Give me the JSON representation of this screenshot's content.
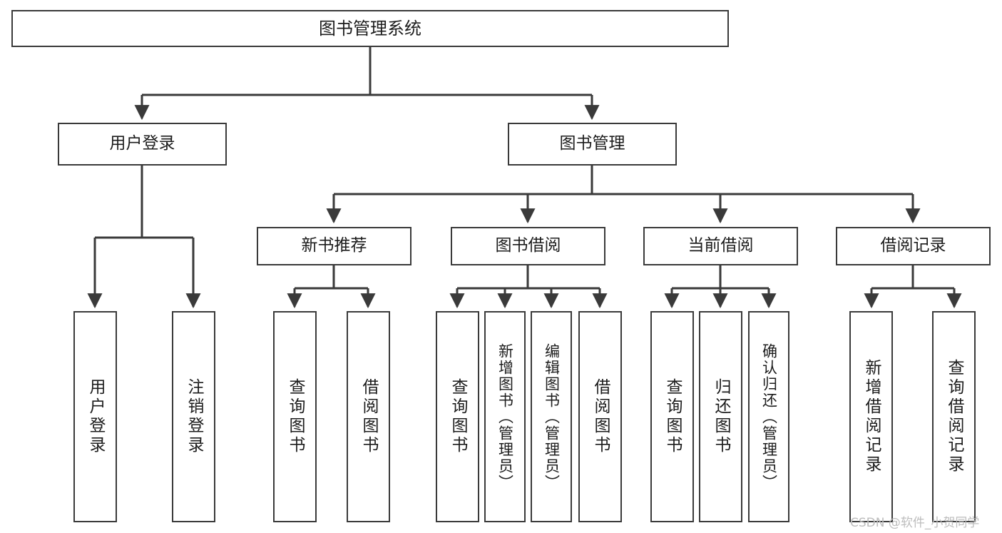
{
  "diagram": {
    "title": "图书管理系统",
    "type": "tree",
    "root": {
      "label": "图书管理系统"
    },
    "level1": [
      {
        "label": "用户登录"
      },
      {
        "label": "图书管理"
      }
    ],
    "level2": [
      {
        "label": "新书推荐"
      },
      {
        "label": "图书借阅"
      },
      {
        "label": "当前借阅"
      },
      {
        "label": "借阅记录"
      }
    ],
    "leaves": {
      "user_login": [
        {
          "label": "用户登录"
        },
        {
          "label": "注销登录"
        }
      ],
      "new_book_recommend": [
        {
          "label": "查询图书"
        },
        {
          "label": "借阅图书"
        }
      ],
      "book_borrow": [
        {
          "label": "查询图书"
        },
        {
          "label": "新增图书（管理员）"
        },
        {
          "label": "编辑图书（管理员）"
        },
        {
          "label": "借阅图书"
        }
      ],
      "current_borrow": [
        {
          "label": "查询图书"
        },
        {
          "label": "归还图书"
        },
        {
          "label": "确认归还（管理员）"
        }
      ],
      "borrow_record": [
        {
          "label": "新增借阅记录"
        },
        {
          "label": "查询借阅记录"
        }
      ]
    }
  },
  "watermark": {
    "text": "CSDN @软件_小贺同学"
  },
  "colors": {
    "stroke": "#3a3a3a",
    "text": "#1c1c1c",
    "background": "#ffffff",
    "watermark": "#bdbdbd"
  }
}
